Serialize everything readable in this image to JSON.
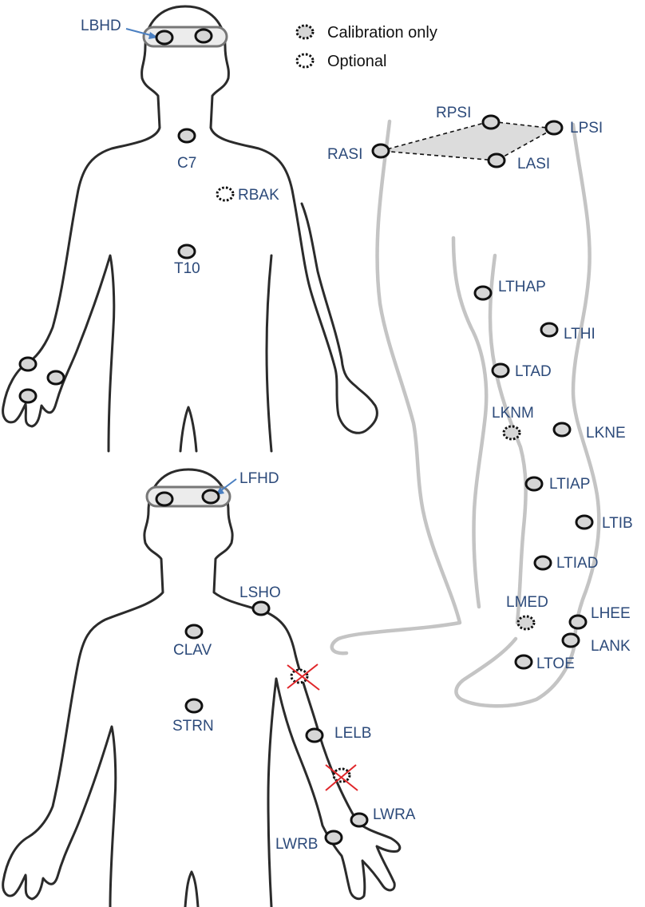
{
  "legend": {
    "calibration_only": "Calibration only",
    "optional": "Optional"
  },
  "back_view": {
    "labels": {
      "lbhd": "LBHD",
      "c7": "C7",
      "rbak": "RBAK",
      "t10": "T10"
    }
  },
  "front_view": {
    "labels": {
      "lfhd": "LFHD",
      "lsho": "LSHO",
      "clav": "CLAV",
      "strn": "STRN",
      "lelb": "LELB",
      "lwra": "LWRA",
      "lwrb": "LWRB"
    }
  },
  "leg_view": {
    "labels": {
      "rpsi": "RPSI",
      "lpsi": "LPSI",
      "rasi": "RASI",
      "lasi": "LASI",
      "lthap": "LTHAP",
      "lthi": "LTHI",
      "ltad": "LTAD",
      "lknm": "LKNM",
      "lkne": "LKNE",
      "ltiap": "LTIAP",
      "ltib": "LTIB",
      "ltiad": "LTIAD",
      "lmed": "LMED",
      "lhee": "LHEE",
      "lank": "LANK",
      "ltoe": "LTOE"
    }
  },
  "colors": {
    "label": "#2c4a7a",
    "pointer": "#4a7fc1",
    "marker_fill": "#d6d6d6",
    "removed_cross": "#e0262a",
    "leg_outline": "#c4c4c4"
  }
}
